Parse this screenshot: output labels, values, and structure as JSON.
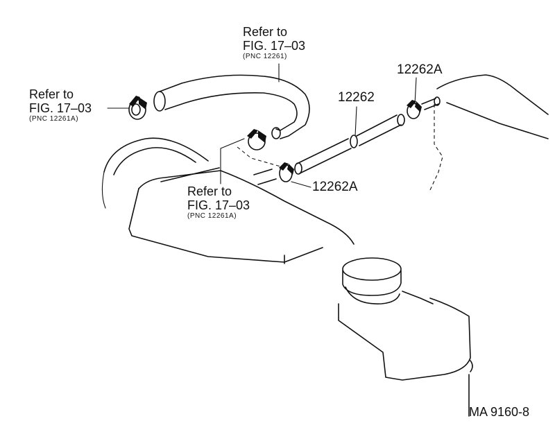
{
  "callouts": {
    "top_left": {
      "line1": "Refer to",
      "line2": "FIG. 17–03",
      "line3": "(PNC 12261A)"
    },
    "top_center": {
      "line1": "Refer to",
      "line2": "FIG. 17–03",
      "line3": "(PNC 12261)"
    },
    "bottom_center": {
      "line1": "Refer to",
      "line2": "FIG. 17–03",
      "line3": "(PNC 12261A)"
    }
  },
  "part_numbers": {
    "hose": "12262",
    "clamp_upper": "12262A",
    "clamp_lower": "12262A"
  },
  "figure_id": "MA 9160-8"
}
